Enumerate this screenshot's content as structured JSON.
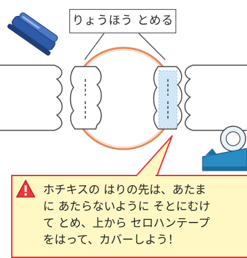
{
  "label": {
    "text": "りょうほう とめる"
  },
  "note": {
    "lines": [
      "ホチキスの はりの先は、あたま",
      "に あたらないように そとにむけ",
      "て とめ、上から セロハンテープ",
      "をはって、カバーしよう！"
    ]
  },
  "colors": {
    "accent_red": "#e8383d",
    "note_bg": "#fff8c4",
    "ring": "#e38a5b",
    "tape": "#cfe6f7",
    "stapler": "#2f5aa8",
    "dispenser": "#2a8cc4"
  },
  "icons": [
    "warning-icon",
    "stapler-icon",
    "tape-dispenser-icon"
  ]
}
